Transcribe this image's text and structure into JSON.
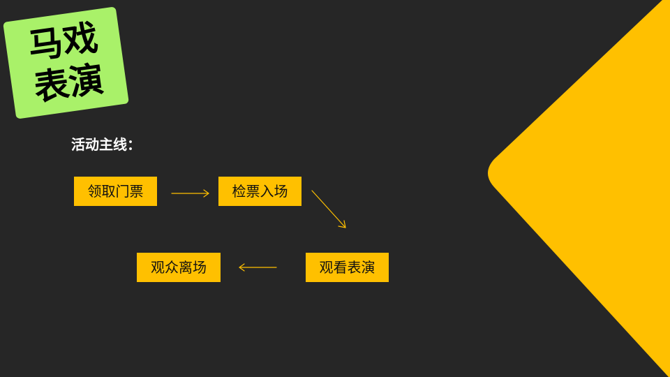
{
  "slide": {
    "title_lines": [
      "马戏",
      "表演"
    ],
    "subtitle": "活动主线：",
    "flow": {
      "steps": [
        {
          "label": "领取门票"
        },
        {
          "label": "检票入场"
        },
        {
          "label": "观看表演"
        },
        {
          "label": "观众离场"
        }
      ],
      "arrows": [
        {
          "from": "领取门票",
          "to": "检票入场",
          "direction": "right"
        },
        {
          "from": "检票入场",
          "to": "观看表演",
          "direction": "down-right"
        },
        {
          "from": "观看表演",
          "to": "观众离场",
          "direction": "left"
        }
      ]
    }
  },
  "colors": {
    "background": "#262626",
    "accent_yellow": "#FFC000",
    "title_card_green": "#A9F169",
    "subtitle_text": "#FFFFFF",
    "step_text": "#111111"
  }
}
